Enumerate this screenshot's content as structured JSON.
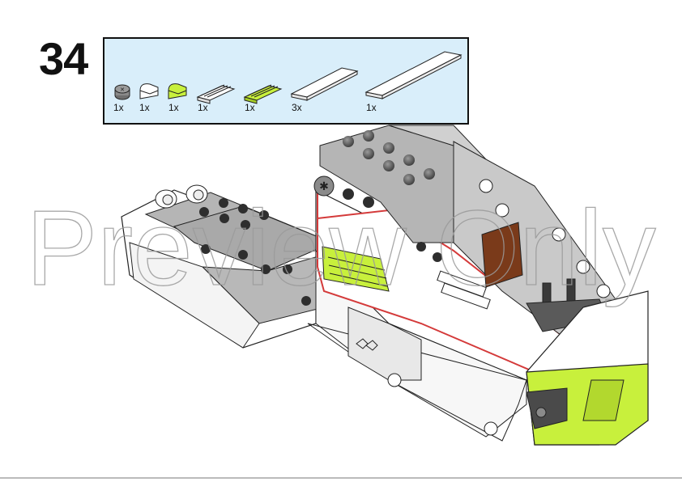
{
  "step": {
    "number": "34"
  },
  "parts": [
    {
      "qty": "1x",
      "icon": "round-tile-dark-gray"
    },
    {
      "qty": "1x",
      "icon": "quarter-round-tile-white"
    },
    {
      "qty": "1x",
      "icon": "quarter-round-tile-lime"
    },
    {
      "qty": "1x",
      "icon": "grille-tile-white"
    },
    {
      "qty": "1x",
      "icon": "grille-tile-lime"
    },
    {
      "qty": "3x",
      "icon": "tile-1x4-white"
    },
    {
      "qty": "1x",
      "icon": "tile-1x6-white"
    }
  ],
  "watermark": {
    "text": "Preview Only"
  },
  "colors": {
    "parts_box_bg": "#d9eefa",
    "lime": "#c8f03c",
    "light_gray": "#a9a9a9",
    "dark_gray": "#6e6e6e",
    "white": "#ffffff",
    "brown": "#7a3a1a",
    "outline_red": "#d43a3a"
  }
}
